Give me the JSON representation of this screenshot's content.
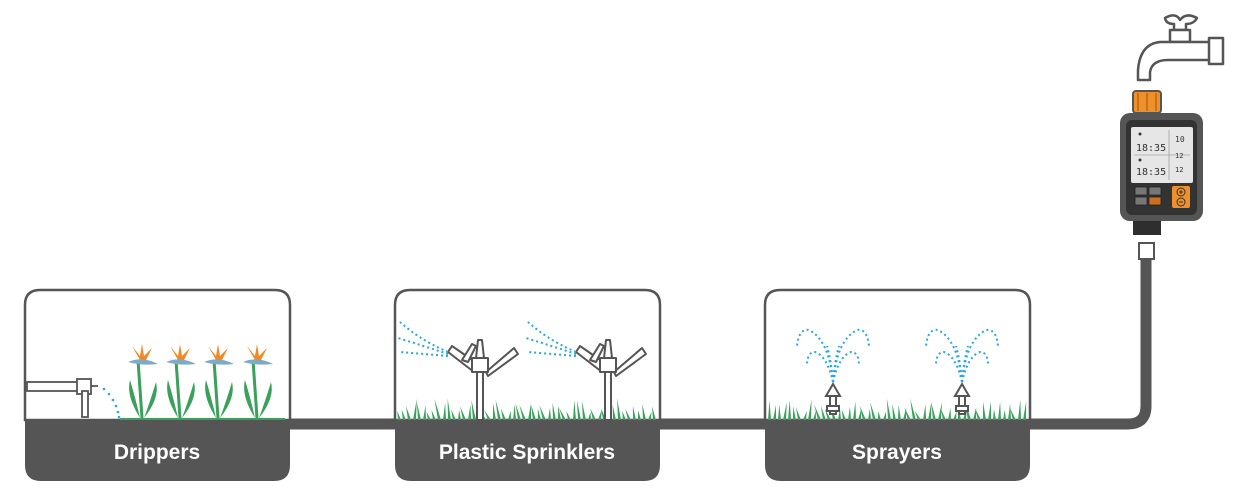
{
  "panels": [
    {
      "key": "drippers",
      "label": "Drippers"
    },
    {
      "key": "plastic_sprinklers",
      "label": "Plastic Sprinklers"
    },
    {
      "key": "sprayers",
      "label": "Sprayers"
    }
  ],
  "timer": {
    "display": {
      "time_top": "18:35",
      "time_bottom": "18:35",
      "day_top": "10",
      "day_mid": "12",
      "day_bottom": "12"
    },
    "button_plus_icon": "plus-icon",
    "button_minus_icon": "minus-icon"
  },
  "colors": {
    "pipe": "#555555",
    "panel_border": "#555555",
    "panel_label_bg": "#555555",
    "water": "#29a8e0",
    "grass": "#3aa05a",
    "flower_orange": "#f08a24",
    "timer_orange": "#f0902a",
    "timer_body": "#555555"
  }
}
